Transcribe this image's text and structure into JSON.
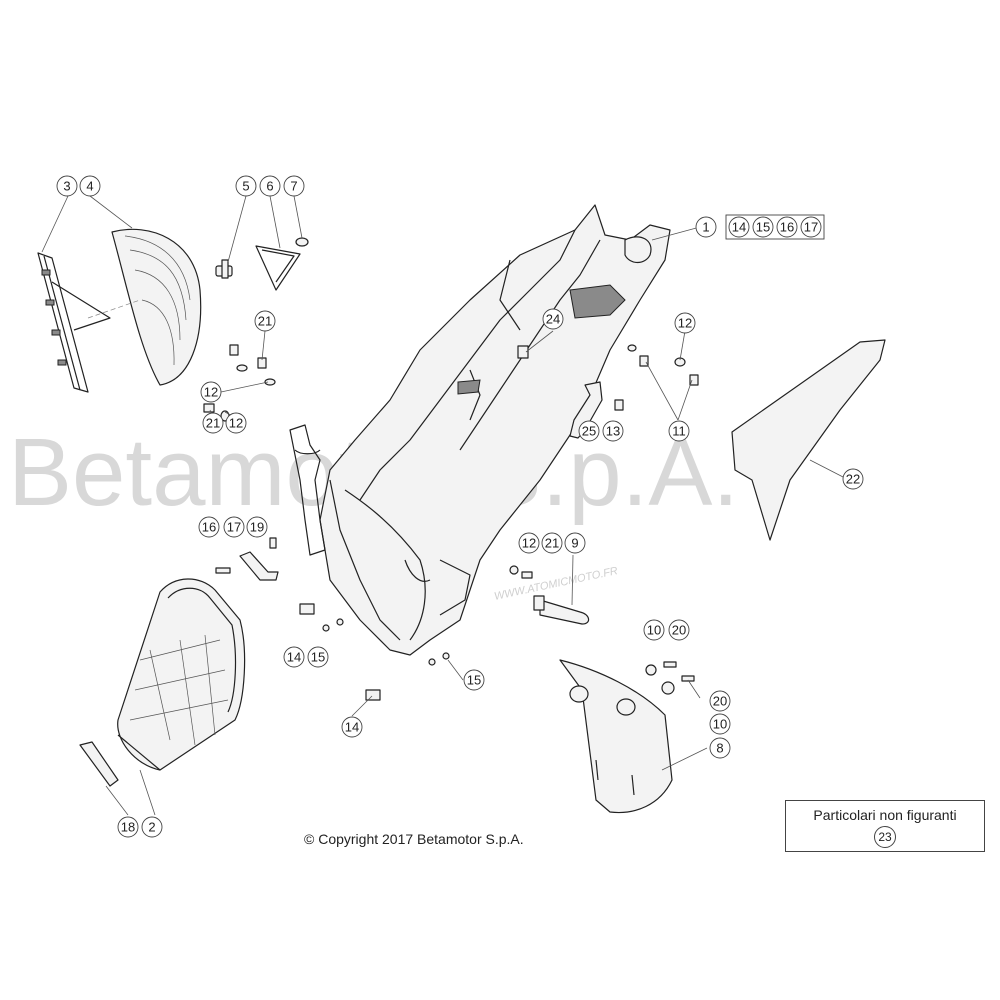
{
  "watermark": {
    "main": "Betamotor S.p.A.",
    "site": "WWW.ATOMICMOTO.FR"
  },
  "copyright": "© Copyright 2017 Betamotor S.p.A.",
  "legend": {
    "title": "Particolari non figuranti",
    "number": "23"
  },
  "callouts": {
    "c3": "3",
    "c4": "4",
    "c5": "5",
    "c6": "6",
    "c7": "7",
    "c1": "1",
    "c14a": "14",
    "c15a": "15",
    "c16a": "16",
    "c17a": "17",
    "c21a": "21",
    "c12a": "12",
    "c21b": "21",
    "c12b": "12",
    "c24": "24",
    "c12c": "12",
    "c25": "25",
    "c13": "13",
    "c11": "11",
    "c22": "22",
    "c16b": "16",
    "c17b": "17",
    "c19": "19",
    "c12d": "12",
    "c21c": "21",
    "c9": "9",
    "c14b": "14",
    "c15b": "15",
    "c15c": "15",
    "c14c": "14",
    "c10a": "10",
    "c20a": "20",
    "c20b": "20",
    "c10b": "10",
    "c8": "8",
    "c18": "18",
    "c2": "2"
  }
}
